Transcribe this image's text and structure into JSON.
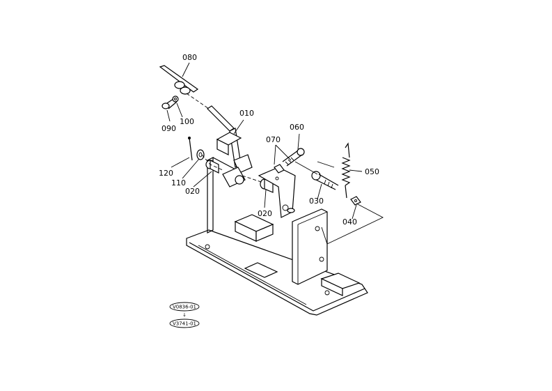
{
  "parts": {
    "p080": "080",
    "p010": "010",
    "p090": "090",
    "p100": "100",
    "p060": "060",
    "p070": "070",
    "p050": "050",
    "p120": "120",
    "p110": "110",
    "p020a": "020",
    "p020b": "020",
    "p030": "030",
    "p040": "040"
  },
  "serials": {
    "from": "V0836-01",
    "arrow": "↓",
    "to": "V3741-01"
  }
}
